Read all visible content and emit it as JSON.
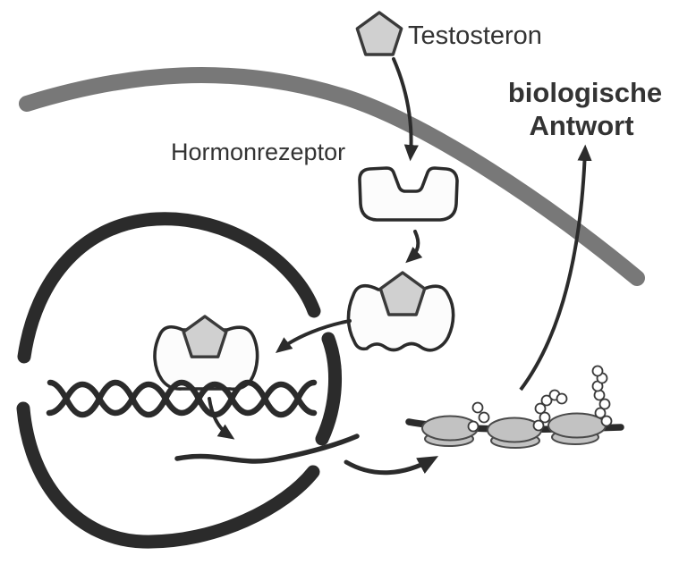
{
  "diagram": {
    "type": "hormone-action-mechanism",
    "labels": {
      "hormone": "Testosteron",
      "hormone_receptor": "Hormonrezeptor",
      "biological_response_line1": "biologische",
      "biological_response_line2": "Antwort"
    },
    "colors": {
      "ink": "#2b2b2b",
      "membrane": "#787878",
      "pentagon_fill": "#d0d0d0",
      "receptor_fill": "#fcfcfc",
      "ribosome_fill": "#c2c2c2",
      "bead_fill": "#ffffff",
      "text": "#333333"
    },
    "elements": [
      "testosterone-pentagon-icon",
      "cell-membrane",
      "hormone-receptor-icon",
      "hormone-receptor-complex-icon",
      "nucleus-envelope",
      "dna-double-helix",
      "nuclear-receptor-dna-complex",
      "mrna-strand",
      "ribosomes",
      "growing-protein-chain",
      "biological-response-arrow"
    ]
  }
}
